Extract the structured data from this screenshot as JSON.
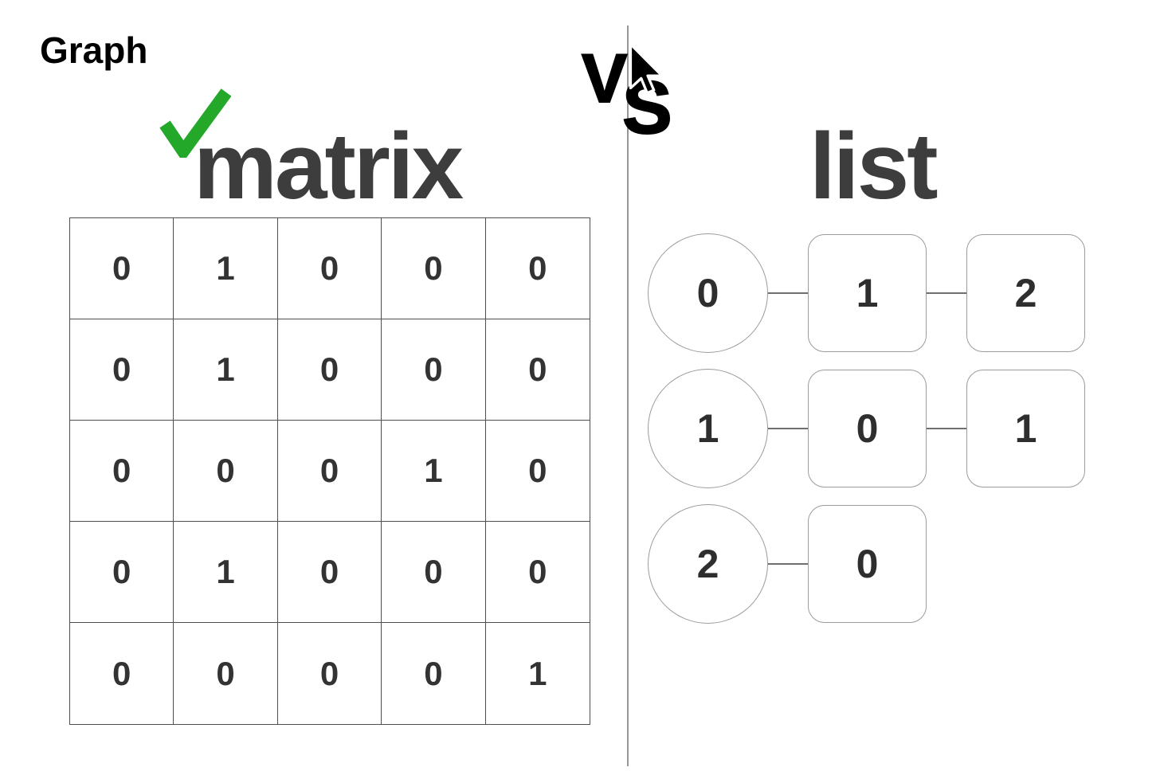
{
  "header": {
    "title": "Graph",
    "left_heading": "matrix",
    "right_heading": "list",
    "versus": "VS",
    "versus_letters": [
      "V",
      "S"
    ]
  },
  "icons": {
    "check": "green-checkmark-icon",
    "cursor": "arrow-cursor-icon"
  },
  "colors": {
    "check_green": "#23a82a",
    "heading_gray": "#3d3d3d",
    "divider_gray": "#979797",
    "grid_line": "#4f4f4f",
    "node_border": "#9b9b9b",
    "digit_color": "#2e2e2e"
  },
  "matrix": {
    "rows": [
      [
        0,
        1,
        0,
        0,
        0
      ],
      [
        0,
        1,
        0,
        0,
        0
      ],
      [
        0,
        0,
        0,
        1,
        0
      ],
      [
        0,
        1,
        0,
        0,
        0
      ],
      [
        0,
        0,
        0,
        0,
        1
      ]
    ]
  },
  "adjacency_list": {
    "rows": [
      {
        "node": "0",
        "neighbors": [
          "1",
          "2"
        ]
      },
      {
        "node": "1",
        "neighbors": [
          "0",
          "1"
        ]
      },
      {
        "node": "2",
        "neighbors": [
          "0"
        ]
      }
    ]
  }
}
